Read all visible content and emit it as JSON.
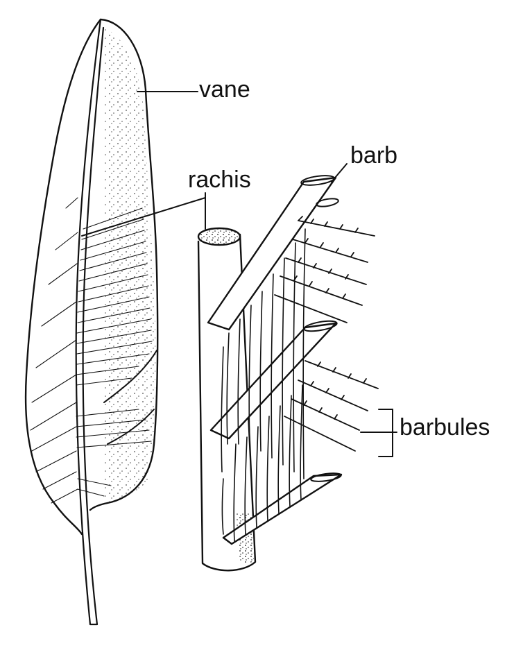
{
  "diagram": {
    "labels": {
      "vane": "vane",
      "rachis": "rachis",
      "barb": "barb",
      "barbules": "barbules"
    },
    "colors": {
      "ink": "#111111",
      "paper": "#ffffff"
    }
  }
}
